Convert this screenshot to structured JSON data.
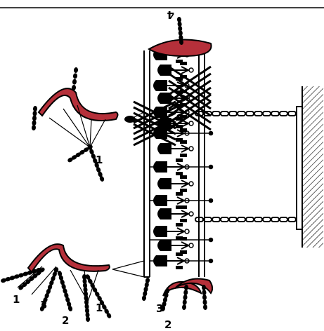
{
  "diagram": {
    "labels": [
      {
        "id": "label-top",
        "text": "4"
      },
      {
        "id": "label-upper-left",
        "text": "1"
      },
      {
        "id": "label-lower-left-a",
        "text": "1"
      },
      {
        "id": "label-lower-left-b",
        "text": "3"
      },
      {
        "id": "label-lower-left-c",
        "text": "2"
      },
      {
        "id": "label-lower-left-d",
        "text": "1"
      },
      {
        "id": "label-bottom-a",
        "text": "3"
      },
      {
        "id": "label-bottom-b",
        "text": "2"
      }
    ],
    "colors": {
      "ink": "#000000",
      "ring_fill": "#b5303a",
      "background": "#ffffff"
    },
    "icons": [
      "anchor-icon",
      "chain-icon",
      "hatched-wall-icon",
      "shackle-ring-icon"
    ]
  }
}
